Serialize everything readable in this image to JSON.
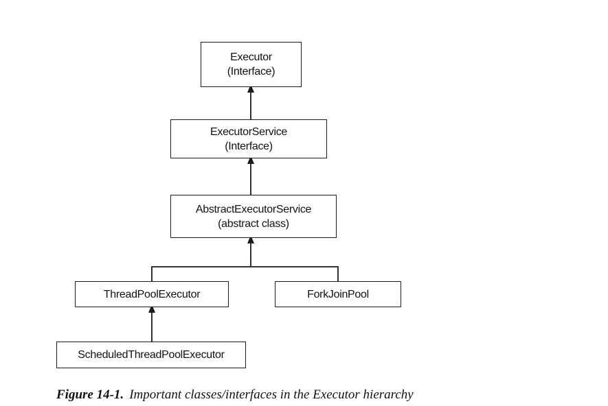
{
  "diagram": {
    "nodes": {
      "executor": {
        "name": "Executor",
        "kind": "(Interface)"
      },
      "executor_service": {
        "name": "ExecutorService",
        "kind": "(Interface)"
      },
      "abstract_executor_service": {
        "name": "AbstractExecutorService",
        "kind": "(abstract class)"
      },
      "thread_pool_executor": {
        "name": "ThreadPoolExecutor"
      },
      "fork_join_pool": {
        "name": "ForkJoinPool"
      },
      "scheduled_thread_pool_executor": {
        "name": "ScheduledThreadPoolExecutor"
      }
    },
    "edges": [
      {
        "from": "executor_service",
        "to": "executor"
      },
      {
        "from": "abstract_executor_service",
        "to": "executor_service"
      },
      {
        "from": "thread_pool_executor",
        "to": "abstract_executor_service"
      },
      {
        "from": "fork_join_pool",
        "to": "abstract_executor_service"
      },
      {
        "from": "scheduled_thread_pool_executor",
        "to": "thread_pool_executor"
      }
    ]
  },
  "caption": {
    "label": "Figure 14-1.",
    "text": "Important classes/interfaces in the Executor hierarchy"
  },
  "colors": {
    "line": "#1a1a1a",
    "text": "#111111",
    "background": "#ffffff"
  }
}
